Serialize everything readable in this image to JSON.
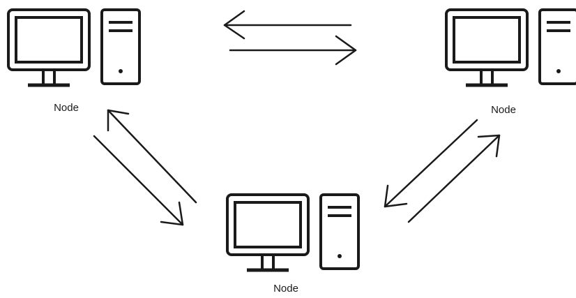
{
  "nodes": [
    {
      "id": "top-left",
      "label": "Node"
    },
    {
      "id": "top-right",
      "label": "Node"
    },
    {
      "id": "bottom",
      "label": "Node"
    }
  ],
  "connections": [
    {
      "between": [
        "top-left",
        "top-right"
      ],
      "arrows": [
        "to-top-left",
        "to-top-right"
      ]
    },
    {
      "between": [
        "top-left",
        "bottom"
      ],
      "arrows": [
        "to-top-left",
        "to-bottom"
      ]
    },
    {
      "between": [
        "top-right",
        "bottom"
      ],
      "arrows": [
        "to-top-right",
        "to-bottom"
      ]
    }
  ],
  "colors": {
    "stroke": "#1a1a1a",
    "background": "#ffffff"
  }
}
